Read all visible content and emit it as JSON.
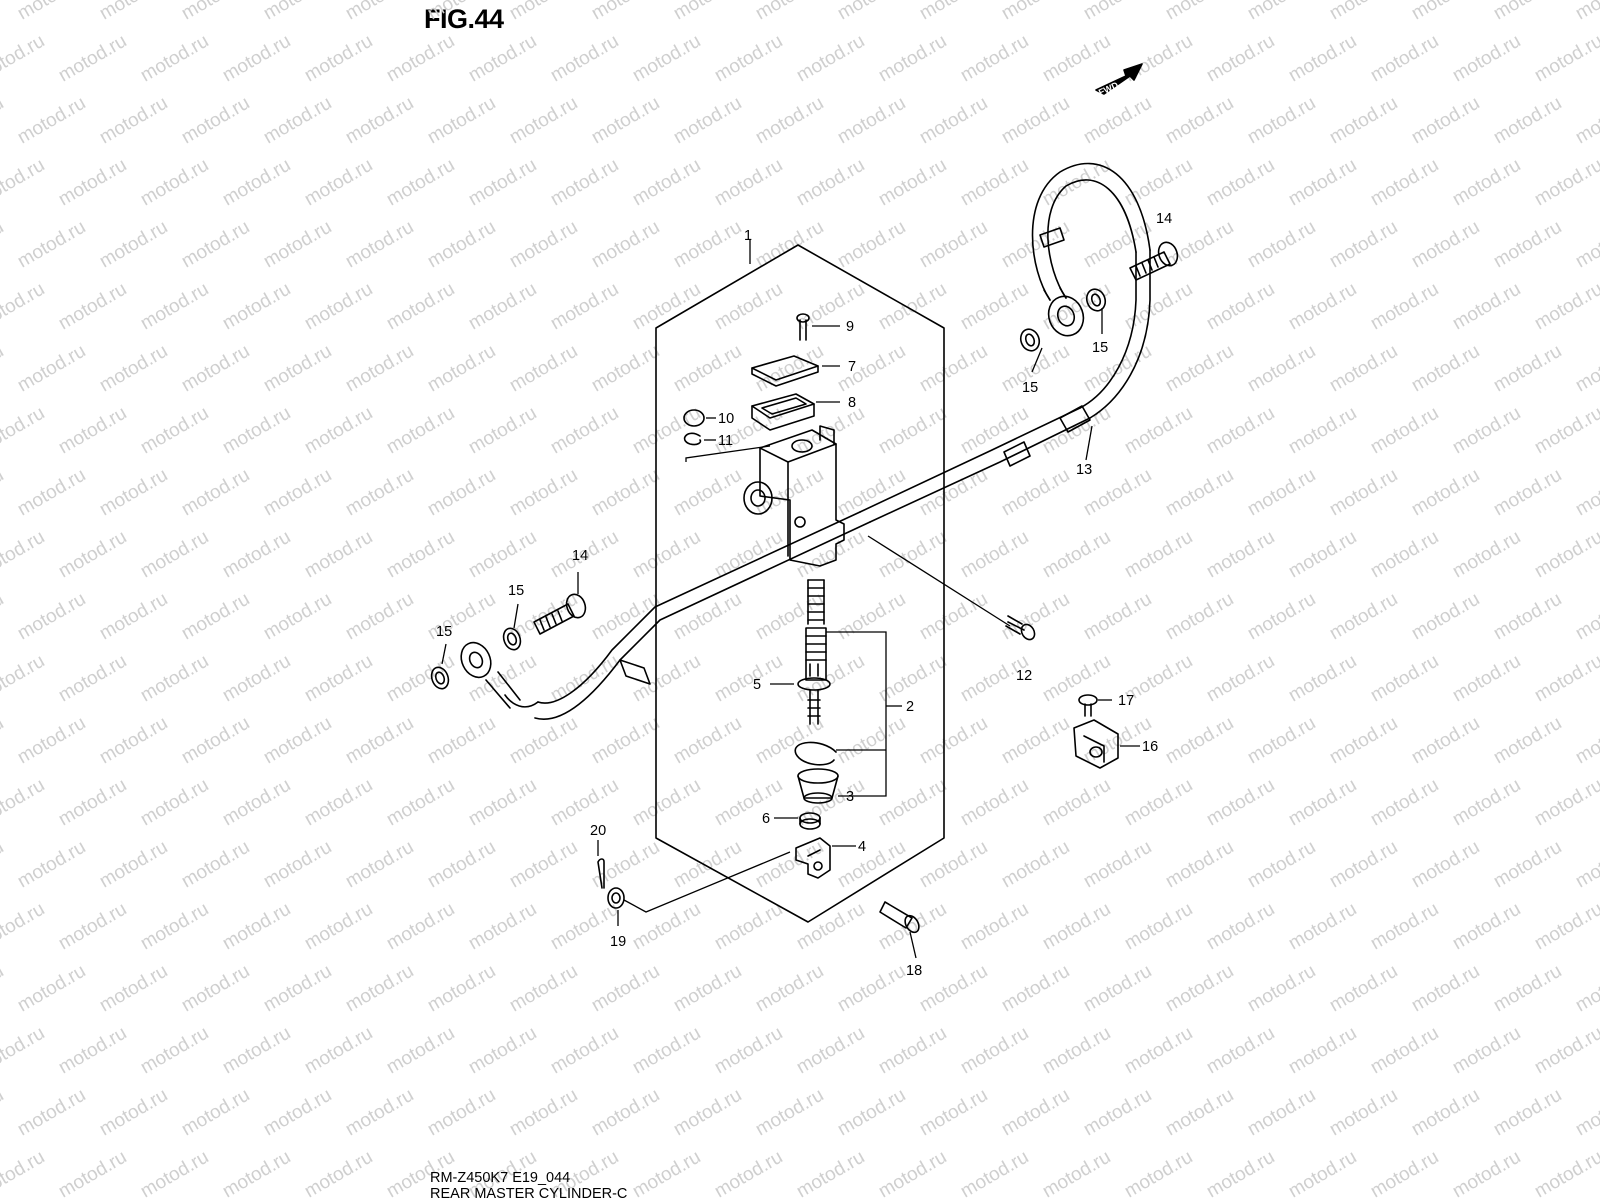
{
  "figure": {
    "title": "FIG.44",
    "model_code": "RM-Z450K7 E19_044",
    "name": "REAR MASTER CYLINDER-C",
    "forward_marker": "FWD",
    "watermark": "motod.ru"
  },
  "callouts": [
    {
      "id": "c1",
      "label": "1"
    },
    {
      "id": "c2",
      "label": "2"
    },
    {
      "id": "c3",
      "label": "3"
    },
    {
      "id": "c4",
      "label": "4"
    },
    {
      "id": "c5",
      "label": "5"
    },
    {
      "id": "c6",
      "label": "6"
    },
    {
      "id": "c7",
      "label": "7"
    },
    {
      "id": "c8",
      "label": "8"
    },
    {
      "id": "c9",
      "label": "9"
    },
    {
      "id": "c10",
      "label": "10"
    },
    {
      "id": "c11",
      "label": "11"
    },
    {
      "id": "c12",
      "label": "12"
    },
    {
      "id": "c13",
      "label": "13"
    },
    {
      "id": "c14a",
      "label": "14"
    },
    {
      "id": "c14b",
      "label": "14"
    },
    {
      "id": "c15a",
      "label": "15"
    },
    {
      "id": "c15b",
      "label": "15"
    },
    {
      "id": "c15c",
      "label": "15"
    },
    {
      "id": "c15d",
      "label": "15"
    },
    {
      "id": "c16",
      "label": "16"
    },
    {
      "id": "c17",
      "label": "17"
    },
    {
      "id": "c18",
      "label": "18"
    },
    {
      "id": "c19",
      "label": "19"
    },
    {
      "id": "c20",
      "label": "20"
    }
  ],
  "colors": {
    "line": "#000000",
    "watermark": "#cfcfcf",
    "background": "#ffffff"
  }
}
